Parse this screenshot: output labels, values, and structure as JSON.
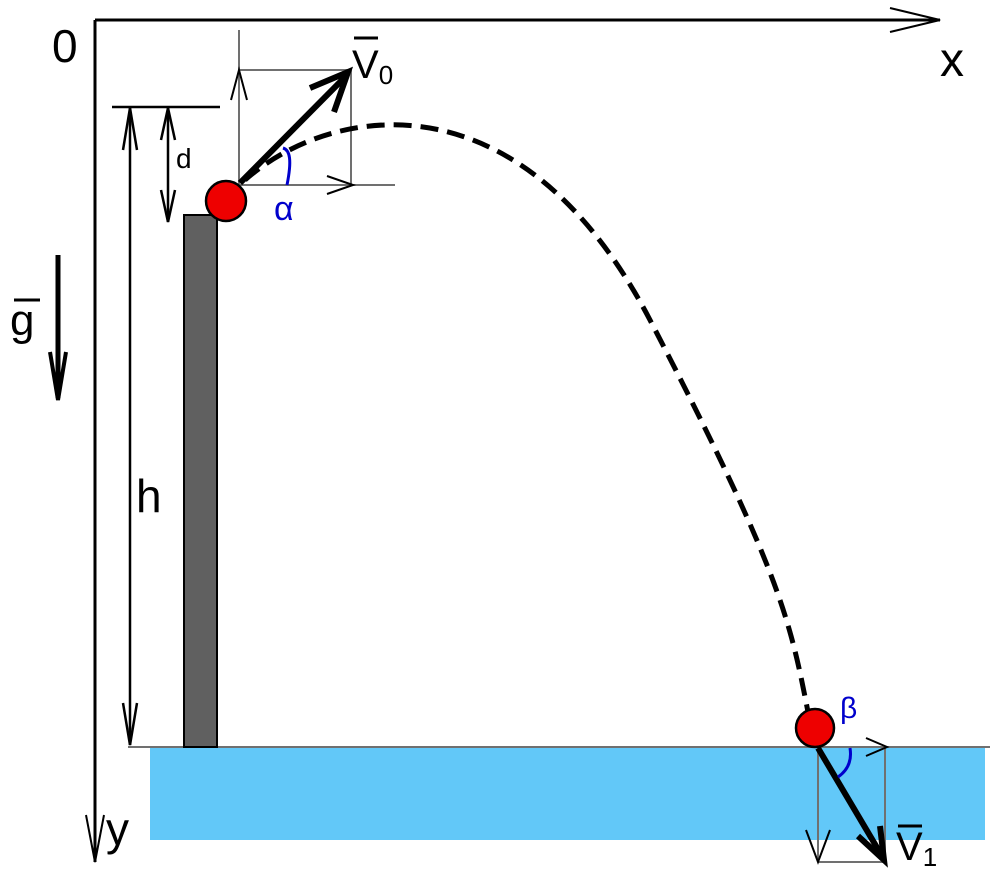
{
  "labels": {
    "origin": "0",
    "x_axis": "x",
    "y_axis": "y",
    "gravity": "g",
    "height": "h",
    "offset": "d",
    "v0_main": "V",
    "v0_sub": "0",
    "v1_main": "V",
    "v1_sub": "1",
    "alpha": "α",
    "beta": "β"
  },
  "colors": {
    "ball": "#ee0000",
    "pole": "#606060",
    "water": "#62c8f8",
    "angle": "#0000cc",
    "guide": "#707070"
  }
}
